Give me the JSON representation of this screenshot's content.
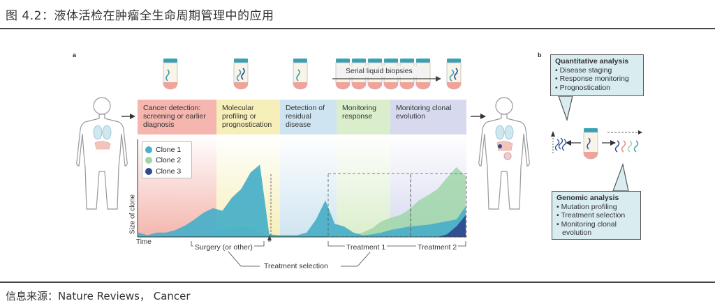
{
  "header": {
    "title": "图 4.2：液体活检在肿瘤全生命周期管理中的应用"
  },
  "footer": {
    "source": "信息来源：Nature Reviews， Cancer"
  },
  "panel_a": {
    "letter": "a",
    "serial_label": "Serial liquid biopsies",
    "stages": [
      {
        "label": "Cancer detection: screening or earlier diagnosis",
        "color": "#f4b6ae"
      },
      {
        "label": "Molecular profiling or prognostication",
        "color": "#f6efb9"
      },
      {
        "label": "Detection of residual disease",
        "color": "#cfe4f1"
      },
      {
        "label": "Monitoring response",
        "color": "#dbeecb"
      },
      {
        "label": "Monitoring clonal evolution",
        "color": "#d7d9ef"
      }
    ],
    "legend": [
      {
        "name": "Clone 1",
        "color": "#4bb0c8"
      },
      {
        "name": "Clone 2",
        "color": "#9fd6a8"
      },
      {
        "name": "Clone 3",
        "color": "#2e4b91"
      }
    ],
    "y_axis_label": "Size of clone",
    "x_axis_label": "Time",
    "surgery_label": "Surgery (or other)",
    "treatment1_label": "Treatment 1",
    "treatment2_label": "Treatment 2",
    "treatment_selection_label": "Treatment selection"
  },
  "panel_b": {
    "letter": "b",
    "quantitative": {
      "heading": "Quantitative analysis",
      "items": [
        "• Disease staging",
        "• Response monitoring",
        "• Prognostication"
      ]
    },
    "genomic": {
      "heading": "Genomic analysis",
      "items": [
        "• Mutation profiling",
        "• Treatment selection",
        "• Monitoring clonal",
        "  evolution"
      ]
    }
  },
  "chart_data": {
    "type": "area",
    "title": "",
    "xlabel": "Time",
    "ylabel": "Size of clone",
    "legend_placement": "top-left",
    "series": [
      {
        "name": "Clone 1",
        "values": [
          0.05,
          0.02,
          0.05,
          0.05,
          0.08,
          0.13,
          0.2,
          0.28,
          0.33,
          0.3,
          0.45,
          0.55,
          0.74,
          0.83,
          0.03,
          0.02,
          0.02,
          0.02,
          0.05,
          0.2,
          0.42,
          0.15,
          0.12,
          0.05,
          0.02,
          0.03,
          0.05,
          0.08,
          0.1,
          0.12,
          0.13,
          0.14,
          0.16,
          0.18,
          0.2,
          0.35
        ]
      },
      {
        "name": "Clone 2",
        "values": [
          0,
          0,
          0,
          0,
          0,
          0,
          0,
          0.02,
          0.05,
          0.08,
          0.1,
          0.12,
          0.1,
          0.05,
          0,
          0,
          0,
          0,
          0,
          0,
          0,
          0,
          0,
          0.02,
          0.05,
          0.1,
          0.18,
          0.22,
          0.25,
          0.32,
          0.42,
          0.48,
          0.55,
          0.68,
          0.8,
          0.7
        ]
      },
      {
        "name": "Clone 3",
        "values": [
          0,
          0,
          0,
          0,
          0,
          0,
          0,
          0,
          0,
          0,
          0,
          0,
          0,
          0,
          0,
          0,
          0,
          0,
          0,
          0,
          0,
          0,
          0,
          0,
          0,
          0,
          0,
          0,
          0,
          0,
          0,
          0,
          0,
          0.03,
          0.12,
          0.25
        ]
      }
    ]
  }
}
